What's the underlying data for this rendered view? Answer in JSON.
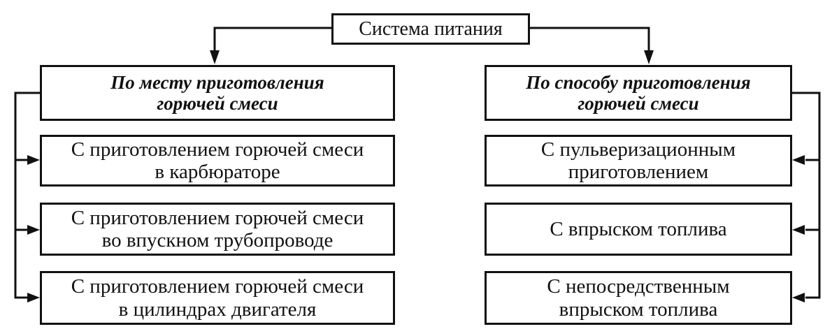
{
  "diagram": {
    "title": "Система питания",
    "root": {
      "label": "Система питания"
    },
    "left_branch": {
      "header": "По месту приготовления\nгорючей смеси",
      "items": [
        "С приготовлением горючей смеси\nв карбюраторе",
        "С приготовлением горючей смеси\nво впускном трубопроводе",
        "С приготовлением горючей смеси\nв цилиндрах двигателя"
      ]
    },
    "right_branch": {
      "header": "По способу приготовления\nгорючей смеси",
      "items": [
        "С пульверизационным\nприготовлением",
        "С впрыском топлива",
        "С непосредственным\nвпрыском топлива"
      ]
    },
    "colors": {
      "line": "#111111",
      "background": "#ffffff",
      "text": "#111111"
    }
  }
}
